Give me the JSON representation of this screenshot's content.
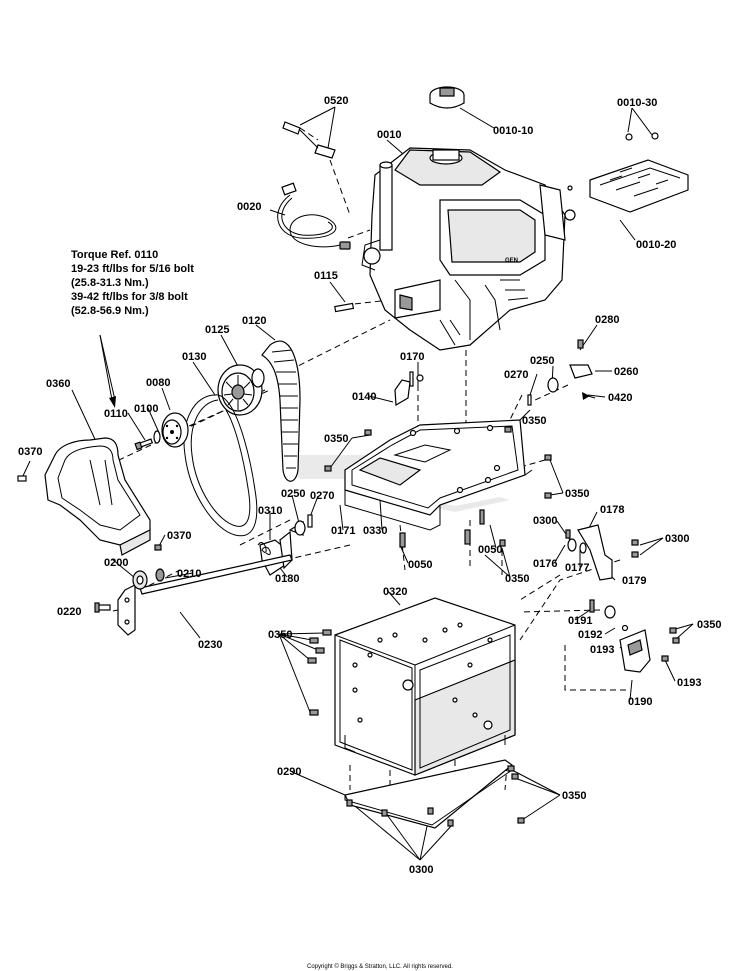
{
  "torque_note": {
    "line1": "Torque Ref. 0110",
    "line2": "19-23 ft/lbs for 5/16 bolt",
    "line3": "(25.8-31.3 Nm.)",
    "line4": "39-42 ft/lbs for 3/8 bolt",
    "line5": "(52.8-56.9 Nm.)"
  },
  "copyright": "Copyright © Briggs & Stratton, LLC. All rights reserved.",
  "labels": {
    "p0520": "0520",
    "p0010": "0010",
    "p0010_10": "0010-10",
    "p0010_30": "0010-30",
    "p0010_20": "0010-20",
    "p0020": "0020",
    "p0115": "0115",
    "p0280": "0280",
    "p0125": "0125",
    "p0120": "0120",
    "p0130": "0130",
    "p0170": "0170",
    "p0250a": "0250",
    "p0260": "0260",
    "p0270a": "0270",
    "p0360": "0360",
    "p0080": "0080",
    "p0140": "0140",
    "p0420": "0420",
    "p0110": "0110",
    "p0100": "0100",
    "p0350a": "0350",
    "p0350b": "0350",
    "p0370a": "0370",
    "p0350c": "0350",
    "p0250b": "0250",
    "p0270b": "0270",
    "p0178": "0178",
    "p0300a": "0300",
    "p0300b": "0300",
    "p0310": "0310",
    "p0171": "0171",
    "p0330": "0330",
    "p0370b": "0370",
    "p0050a": "0050",
    "p0176": "0176",
    "p0177": "0177",
    "p0200": "0200",
    "p0210": "0210",
    "p0180": "0180",
    "p0050b": "0050",
    "p0350d": "0350",
    "p0179": "0179",
    "p0220": "0220",
    "p0320": "0320",
    "p0230": "0230",
    "p0191": "0191",
    "p0350e": "0350",
    "p0192": "0192",
    "p0350f": "0350",
    "p0193a": "0193",
    "p0193b": "0193",
    "p0190": "0190",
    "p0290": "0290",
    "p0350g": "0350",
    "p0300c": "0300"
  }
}
